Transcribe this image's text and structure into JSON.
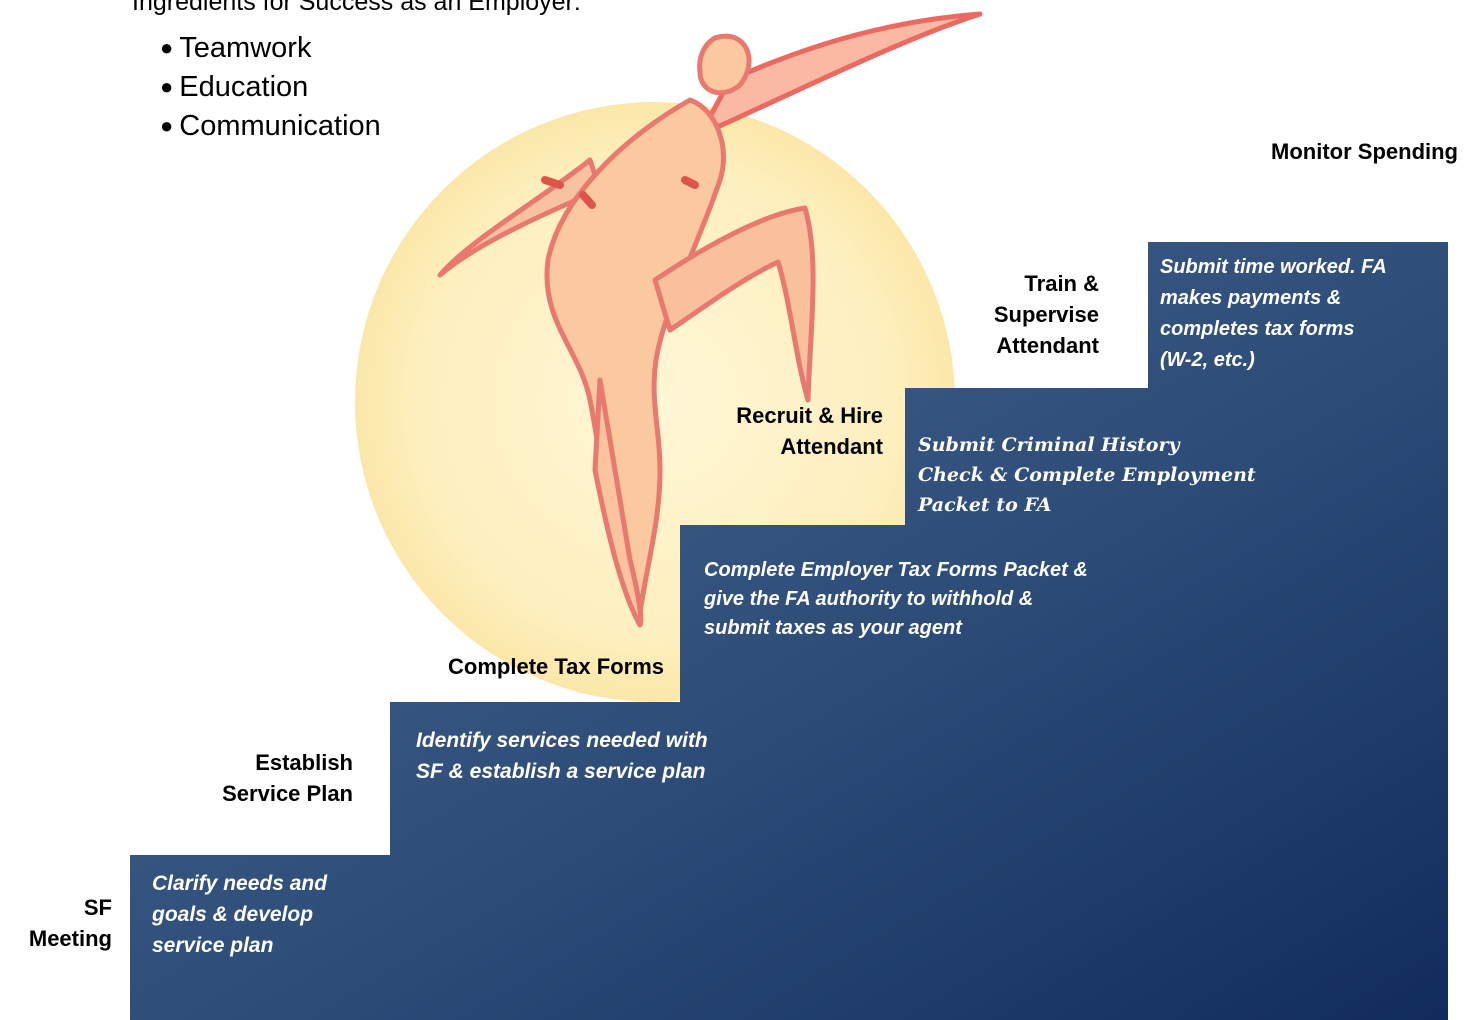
{
  "intro": {
    "title": "Ingredients for Success as an Employer:",
    "bullets": [
      "Teamwork",
      "Education",
      "Communication"
    ]
  },
  "steps": [
    {
      "label": "SF\nMeeting",
      "description": "Clarify needs and\ngoals & develop\nservice plan"
    },
    {
      "label": "Establish\nService Plan",
      "description": "Identify services needed  with\nSF & establish a service plan"
    },
    {
      "label": "Complete Tax Forms",
      "description": "Complete Employer Tax Forms Packet &\n give the FA authority to withhold &\nsubmit taxes as your agent"
    },
    {
      "label": "Recruit & Hire\nAttendant",
      "description": "Submit Criminal History\nCheck & Complete Employment\nPacket to FA"
    },
    {
      "label": "Train &\nSupervise\nAttendant",
      "description": "Submit time worked. FA\nmakes payments &\ncompletes tax forms\n(W-2, etc.)"
    },
    {
      "label": "Monitor Spending",
      "description": ""
    }
  ],
  "colors": {
    "stairs_light": "#3f5f85",
    "stairs_dark": "#15305e",
    "sun": "#fdf0c0",
    "figure_fill": "#fbc9a0",
    "figure_stroke": "#e9786e"
  },
  "icons": {
    "figure": "leaping-person-figure",
    "sun": "sun-circle"
  }
}
